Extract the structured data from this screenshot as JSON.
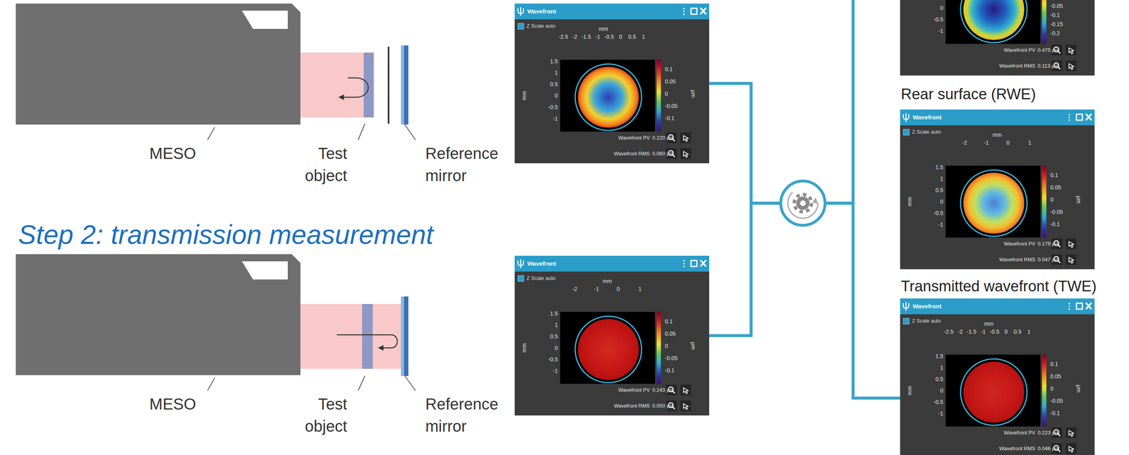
{
  "diagram": {
    "nodes": [
      {
        "text": [
          "Wavefront",
          "Z Scale auto",
          "mm",
          "-2.5",
          "-2",
          "-1.5",
          "-1",
          "-0.5",
          "0",
          "0.5",
          "1",
          "mm",
          "1.5",
          "1",
          "0.5",
          "0",
          "-0.5",
          "-1",
          "0.1",
          "0.05",
          "0",
          "-0.05",
          "-0.1",
          "µm",
          "Wavefront PV",
          "0.220 µm",
          "Wavefront RMS",
          "0.060 µm"
        ]
      },
      {
        "text": [
          "Wavefront",
          "Z Scale auto",
          "mm",
          "-2",
          "-1",
          "0",
          "1",
          "mm",
          "1.5",
          "1",
          "0.5",
          "0",
          "-0.5",
          "-1",
          "0.1",
          "0.05",
          "0",
          "-0.05",
          "-0.1",
          "µm",
          "Wavefront PV",
          "0.243 µm",
          "Wavefront RMS",
          "0.050 µm"
        ]
      },
      {
        "text": [
          "0",
          "-0.5",
          "-1",
          "-0.05",
          "-0.1",
          "-0.15",
          "-0.2",
          "Wavefront PV",
          "0.475 µm",
          "Wavefront RMS",
          "0.113 µm"
        ]
      },
      {
        "text": [
          "Rear surface (RWE)",
          "Wavefront",
          "Z Scale auto",
          "mm",
          "-2",
          "-1",
          "0",
          "1",
          "mm",
          "1.5",
          "1",
          "0.5",
          "0",
          "-0.5",
          "-1",
          "0.1",
          "0.05",
          "0",
          "-0.05",
          "-0.1",
          "µm",
          "Wavefront PV",
          "0.179 µm",
          "Wavefront RMS",
          "0.047 µm"
        ]
      },
      {
        "text": [
          "Transmitted wavefront (TWE)",
          "Wavefront",
          "Z Scale auto",
          "mm",
          "-2.5",
          "-2",
          "-1.5",
          "-1",
          "-0.5",
          "0",
          "0.5",
          "1",
          "mm",
          "1.5",
          "1",
          "0.5",
          "0",
          "-0.5",
          "-1",
          "0.1",
          "0.05",
          "0",
          "-0.05",
          "-0.1",
          "µm",
          "Wavefront PV",
          "0.223 µm",
          "Wavefront RMS",
          "0.046 µm"
        ]
      }
    ],
    "edges": [
      {
        "from": 0,
        "to": 2,
        "arrow": "none"
      },
      {
        "from": 0,
        "to": 4,
        "arrow": "none"
      },
      {
        "from": 1,
        "to": 2,
        "arrow": "none"
      },
      {
        "from": 1,
        "to": 4,
        "arrow": "none"
      }
    ],
    "labels": [
      "MESO",
      "Test object",
      "Reference mirror",
      "Step 2: transmission measurement",
      "MESO",
      "Test object",
      "Reference mirror"
    ]
  }
}
